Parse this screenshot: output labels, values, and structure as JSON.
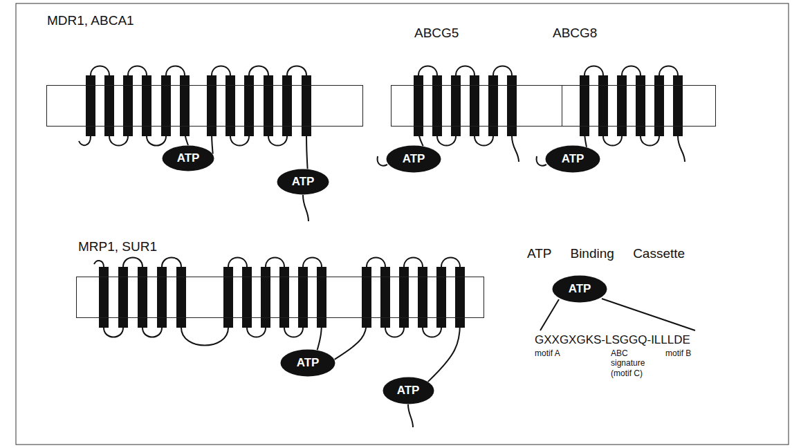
{
  "diagram": {
    "nodes": [
      {
        "text": [
          "MDR1, ABCA1"
        ]
      },
      {
        "text": [
          "ATP"
        ]
      },
      {
        "text": [
          "ATP"
        ]
      },
      {
        "text": [
          "ABCG5"
        ]
      },
      {
        "text": [
          "ATP"
        ]
      },
      {
        "text": [
          "ABCG8"
        ]
      },
      {
        "text": [
          "ATP"
        ]
      },
      {
        "text": [
          "MRP1, SUR1"
        ]
      },
      {
        "text": [
          "ATP"
        ]
      },
      {
        "text": [
          "ATP"
        ]
      },
      {
        "text": [
          "ATP"
        ]
      }
    ],
    "edges": [
      {
        "from": 0,
        "to": 1,
        "arrow": "none"
      },
      {
        "from": 0,
        "to": 1,
        "arrow": "none"
      },
      {
        "from": 0,
        "to": 2,
        "arrow": "none"
      },
      {
        "from": 3,
        "to": 4,
        "arrow": "none"
      },
      {
        "from": 5,
        "to": 6,
        "arrow": "none"
      },
      {
        "from": 7,
        "to": 8,
        "arrow": "none"
      },
      {
        "from": 7,
        "to": 8,
        "arrow": "none"
      },
      {
        "from": 7,
        "to": 9,
        "arrow": "none"
      }
    ],
    "labels": [
      "ATP Binding Cassette",
      "GXXGXGKS-LSGGQ-ILLLDE",
      "motif A",
      "ABC signature (motif C)",
      "motif B"
    ]
  }
}
